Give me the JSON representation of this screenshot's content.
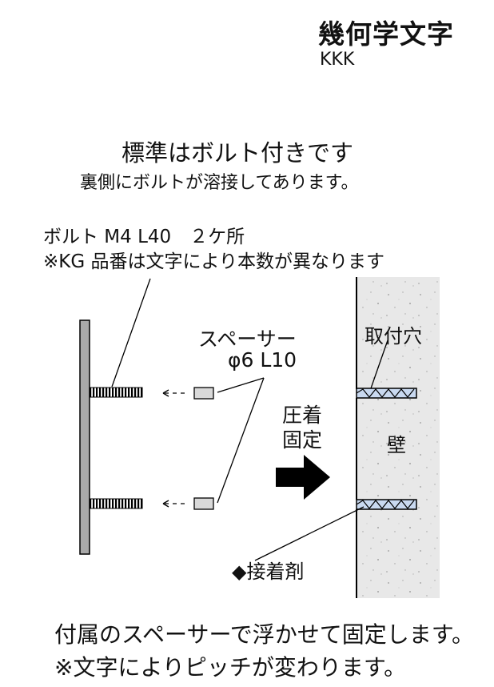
{
  "header": {
    "title": "幾何学文字",
    "subtitle": "KKK"
  },
  "intro": {
    "heading": "標準はボルト付きです",
    "subheading": "裏側にボルトが溶接してあります。"
  },
  "diagram": {
    "bolt_spec": "ボルト M4 L40　２ケ所",
    "bolt_note": "※KG 品番は文字により本数が異なります",
    "spacer_label": "スペーサー",
    "spacer_spec": "φ6 L10",
    "press_label_line1": "圧着",
    "press_label_line2": "固定",
    "hole_label": "取付穴",
    "wall_label": "壁",
    "adhesive_label": "◆接着剤",
    "colors": {
      "plate": "#a9a9a9",
      "wall": "#e6e6e6",
      "spacer": "#d9d9d9",
      "adhesive_fill": "#c9d9f0",
      "arrow": "#000000"
    }
  },
  "footer": {
    "line1": "付属のスペーサーで浮かせて固定します。",
    "line2": "※文字によりピッチが変わります。"
  }
}
